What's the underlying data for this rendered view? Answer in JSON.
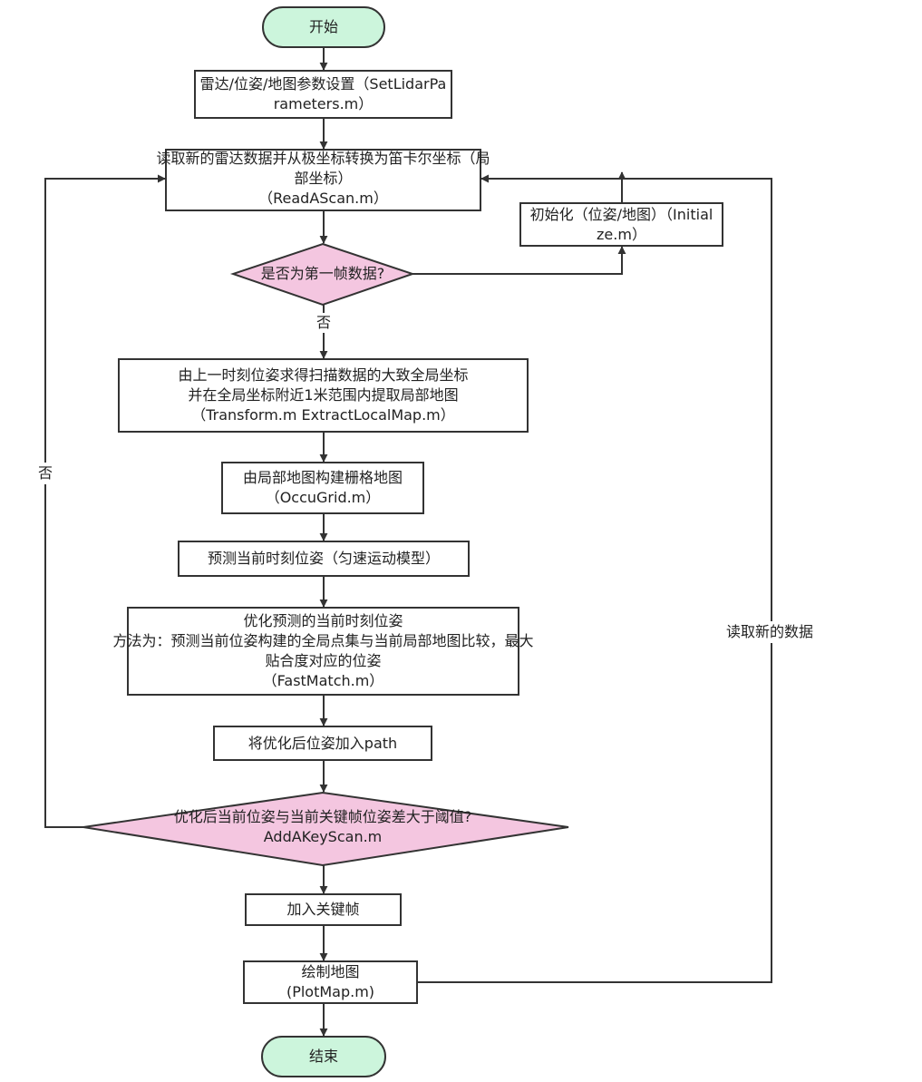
{
  "nodes": {
    "start": "开始",
    "set_params": "雷达/位姿/地图参数设置（SetLidarPa\nrameters.m）",
    "read_scan": "读取新的雷达数据并从极坐标转换为笛卡尔坐标（局\n部坐标）\n（ReadAScan.m）",
    "initialize": "初始化（位姿/地图）（Initial\nze.m）",
    "is_first_frame": "是否为第一帧数据?",
    "extract_local_map": "由上一时刻位姿求得扫描数据的大致全局坐标\n并在全局坐标附近1米范围内提取局部地图\n（Transform.m ExtractLocalMap.m）",
    "occu_grid": "由局部地图构建栅格地图\n（OccuGrid.m）",
    "predict_pose": "预测当前时刻位姿（匀速运动模型）",
    "fast_match": "优化预测的当前时刻位姿\n方法为：预测当前位姿构建的全局点集与当前局部地图比较，最大\n贴合度对应的位姿\n（FastMatch.m）",
    "add_path": "将优化后位姿加入path",
    "key_decision": "优化后当前位姿与当前关键帧位姿差大于阈值?\nAddAKeyScan.m",
    "add_keyframe": "加入关键帧",
    "plot_map": "绘制地图\n(PlotMap.m)",
    "end": "结束"
  },
  "edge_labels": {
    "first_frame_no": "否",
    "key_decision_no": "否",
    "read_new_data": "读取新的数据"
  },
  "colors": {
    "terminal_fill": "#ccf5dc",
    "decision_fill": "#f4c6e0",
    "process_fill": "#ffffff",
    "stroke": "#333333"
  }
}
